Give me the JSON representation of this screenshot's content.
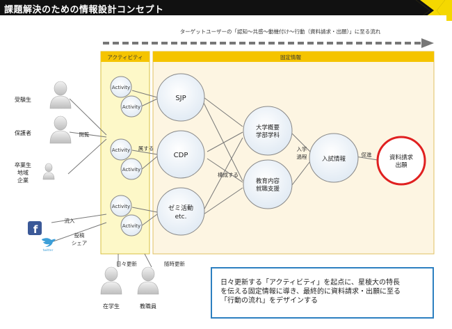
{
  "header": {
    "title": "課題解決のための情報設計コンセプト",
    "logo_icon": "yellow-chevron-logo-icon"
  },
  "flow": {
    "label": "ターゲットユーザーの「認知〜共感〜動機付け〜行動（資料請求・出願）」に至る流れ"
  },
  "sections": {
    "activity": "アクティビティ",
    "fixed": "固定情報"
  },
  "users": {
    "examinee": "受験生",
    "guardian": "保護者",
    "graduate_line1": "卒業生",
    "graduate_line2": "地域",
    "graduate_line3": "企業",
    "student": "在学生",
    "staff": "教職員"
  },
  "social": {
    "facebook": "f",
    "twitter": "twitter"
  },
  "edge_labels": {
    "browse": "閲覧",
    "inflow": "流入",
    "post_line1": "投稿",
    "post_line2": "シェア",
    "belongs": "属する",
    "composes": "構成する",
    "entrance_line1": "入学",
    "entrance_line2": "過程",
    "promote": "促進",
    "daily_update": "日々更新",
    "ad_hoc_update": "随時更新"
  },
  "activities": [
    "Activity",
    "Activity",
    "Activity",
    "Activity",
    "Activity",
    "Activity"
  ],
  "nodes": {
    "sjp": "SJP",
    "cdp": "CDP",
    "seminar_line1": "ゼミ活動",
    "seminar_line2": "etc.",
    "univ_line1": "大学概要",
    "univ_line2": "学部学科",
    "edu_line1": "教育内容",
    "edu_line2": "就職支援",
    "exam": "入試情報",
    "request_line1": "資料請求",
    "request_line2": "出願"
  },
  "summary": {
    "line1": "日々更新する「アクティビティ」を起点に、星稜大の特長",
    "line2": "を伝える固定情報に導き、最終的に資料請求・出願に至る",
    "line3": "「行動の流れ」をデザインする"
  },
  "colors": {
    "header_bg": "#111111",
    "logo": "#f5d800",
    "section_header": "#f5c400",
    "activity_bg": "#fdf8c8",
    "fixed_bg": "#fdf5e2",
    "node_fill": "#e8f0f7",
    "highlight": "#e02020",
    "summary_border": "#2c7fc0",
    "facebook": "#3b5998",
    "twitter": "#3d9fd8",
    "flow_arrow": "#777777"
  }
}
